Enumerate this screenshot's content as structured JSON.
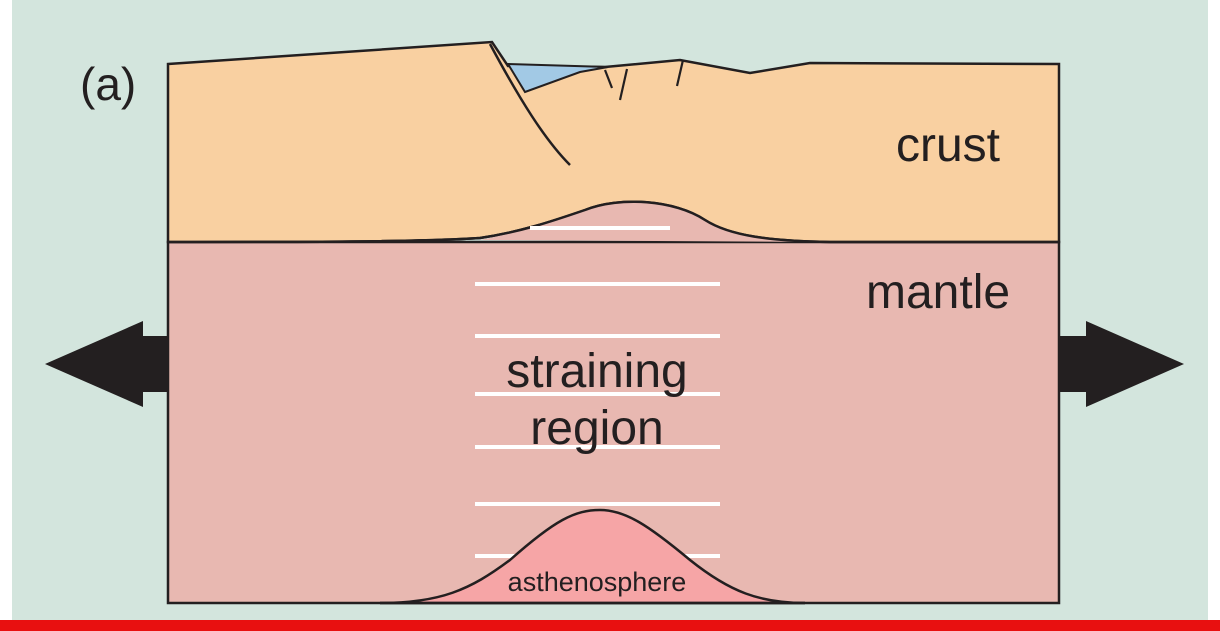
{
  "figure": {
    "panel_label": "(a)",
    "layers": {
      "crust": "crust",
      "mantle": "mantle",
      "straining_region_line1": "straining",
      "straining_region_line2": "region",
      "asthenosphere": "asthenosphere"
    },
    "arrows": {
      "left": "extension-arrow-left",
      "right": "extension-arrow-right"
    }
  },
  "colors": {
    "background": "#d3e5dd",
    "crust": "#f9d0a1",
    "mantle": "#e8b8b1",
    "asthenosphere": "#f6a5a6",
    "water": "#a2c9e5",
    "outline": "#231f20",
    "strain_lines": "#ffffff",
    "bottom_rule": "#e81010"
  }
}
